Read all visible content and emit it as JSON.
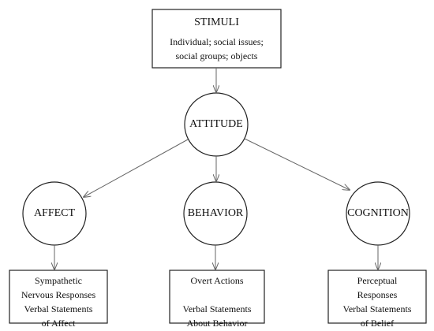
{
  "stimuli": {
    "title": "STIMULI",
    "lines": [
      "Individual; social issues;",
      "social groups; objects"
    ]
  },
  "attitude": {
    "label": "ATTITUDE"
  },
  "components": [
    {
      "label": "AFFECT",
      "responses": [
        "Sympathetic",
        "Nervous Responses",
        "Verbal Statements",
        "of Affect"
      ]
    },
    {
      "label": "BEHAVIOR",
      "responses": [
        "Overt Actions",
        "",
        "Verbal Statements",
        "About Behavior"
      ]
    },
    {
      "label": "COGNITION",
      "responses": [
        "Perceptual",
        "Responses",
        "Verbal Statements",
        "of Belief"
      ]
    }
  ]
}
